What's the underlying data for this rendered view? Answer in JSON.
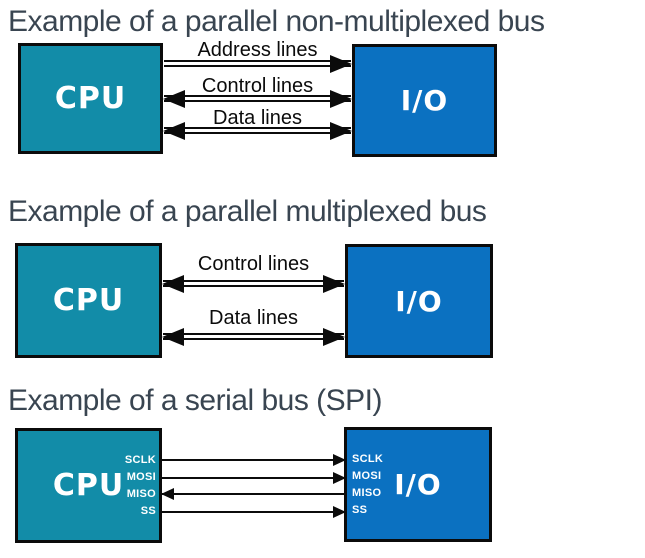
{
  "colors": {
    "cpu_fill": "#128CA8",
    "io_fill": "#0B71C1",
    "title_text": "#394551",
    "line_black": "#0B0B0B",
    "box_text": "#FFFFFF"
  },
  "sections": [
    {
      "title": "Example of a parallel non-multiplexed bus",
      "cpu_label": "CPU",
      "io_label": "I/O",
      "buses": [
        {
          "label": "Address lines",
          "direction": "cpu-to-io"
        },
        {
          "label": "Control lines",
          "direction": "bidirectional"
        },
        {
          "label": "Data lines",
          "direction": "bidirectional"
        }
      ]
    },
    {
      "title": "Example of a parallel multiplexed bus",
      "cpu_label": "CPU",
      "io_label": "I/O",
      "buses": [
        {
          "label": "Control lines",
          "direction": "bidirectional"
        },
        {
          "label": "Data lines",
          "direction": "bidirectional"
        }
      ]
    },
    {
      "title": "Example of a serial bus (SPI)",
      "cpu_label": "CPU",
      "io_label": "I/O",
      "signals": [
        {
          "name": "SCLK",
          "direction": "cpu-to-io"
        },
        {
          "name": "MOSI",
          "direction": "cpu-to-io"
        },
        {
          "name": "MISO",
          "direction": "io-to-cpu"
        },
        {
          "name": "SS",
          "direction": "cpu-to-io"
        }
      ]
    }
  ]
}
